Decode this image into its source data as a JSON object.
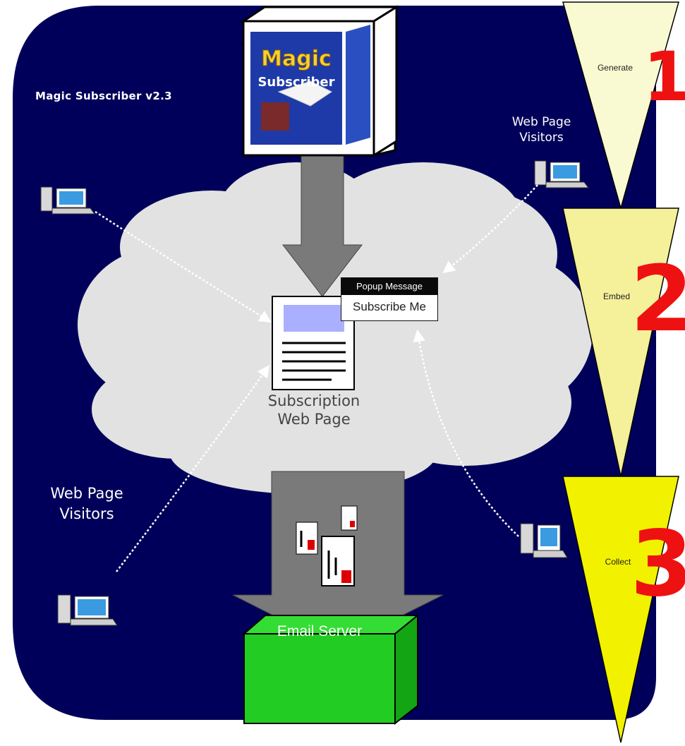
{
  "diagram": {
    "title": "Magic Subscriber v2.3",
    "product_box": {
      "line1": "Magic",
      "line2": "Subscriber"
    },
    "visitors_top": "Web Page Visitors",
    "visitors_left": "Web Page Visitors",
    "subscription_page": "Subscription Web Page",
    "popup": {
      "title": "Popup Message",
      "body": "Subscribe Me"
    },
    "email_server": "Email Server",
    "stages": [
      {
        "number": "1",
        "label": "Generate"
      },
      {
        "number": "2",
        "label": "Embed"
      },
      {
        "number": "3",
        "label": "Collect"
      }
    ]
  },
  "colors": {
    "background_panel": "#00005a",
    "cloud": "#e2e2e2",
    "arrow": "#7a7a7a",
    "email_server": "#22cc22",
    "stage1": "#fafad2",
    "stage2": "#f5f09a",
    "stage3": "#f2f200",
    "stage_number": "#ee1111",
    "page_header": "#aab0ff"
  },
  "icons": [
    "computer-icon",
    "product-box-icon",
    "web-page-icon",
    "envelope-icon",
    "server-icon"
  ]
}
